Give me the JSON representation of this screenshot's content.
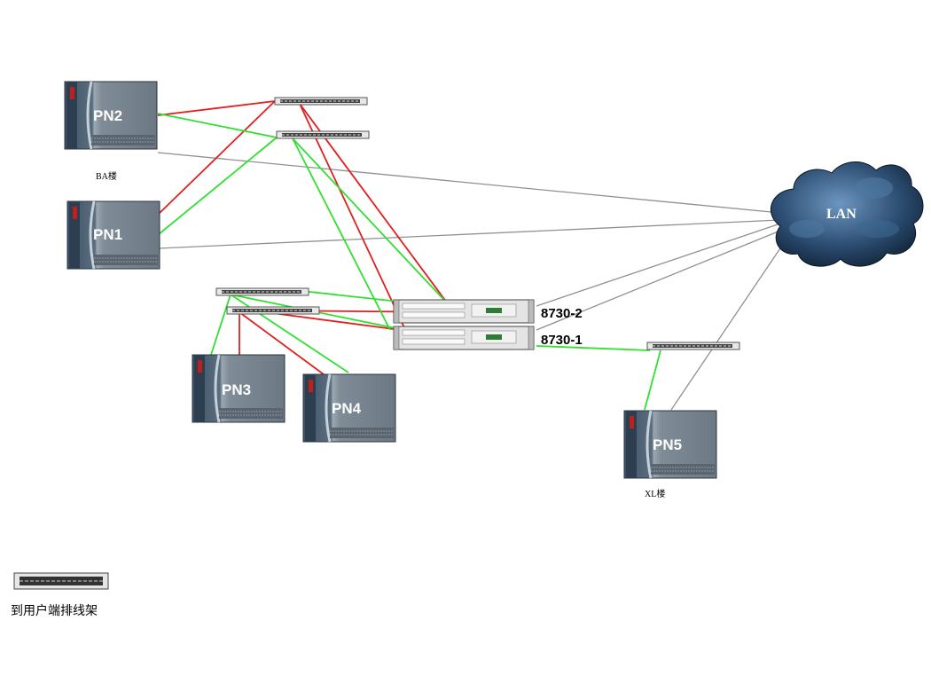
{
  "nodes": {
    "pn1": "PN1",
    "pn2": "PN2",
    "pn3": "PN3",
    "pn4": "PN4",
    "pn5": "PN5"
  },
  "switches": {
    "sw1": "8730-1",
    "sw2": "8730-2"
  },
  "buildings": {
    "ba": "BA楼",
    "xl": "XL楼"
  },
  "cloud": {
    "label": "LAN"
  },
  "legend": {
    "label": "到用户端排线架"
  },
  "colors": {
    "red_link": "#e02020",
    "green_link": "#30e030",
    "gray_link": "#909090",
    "cloud": "#1e3a5a"
  }
}
